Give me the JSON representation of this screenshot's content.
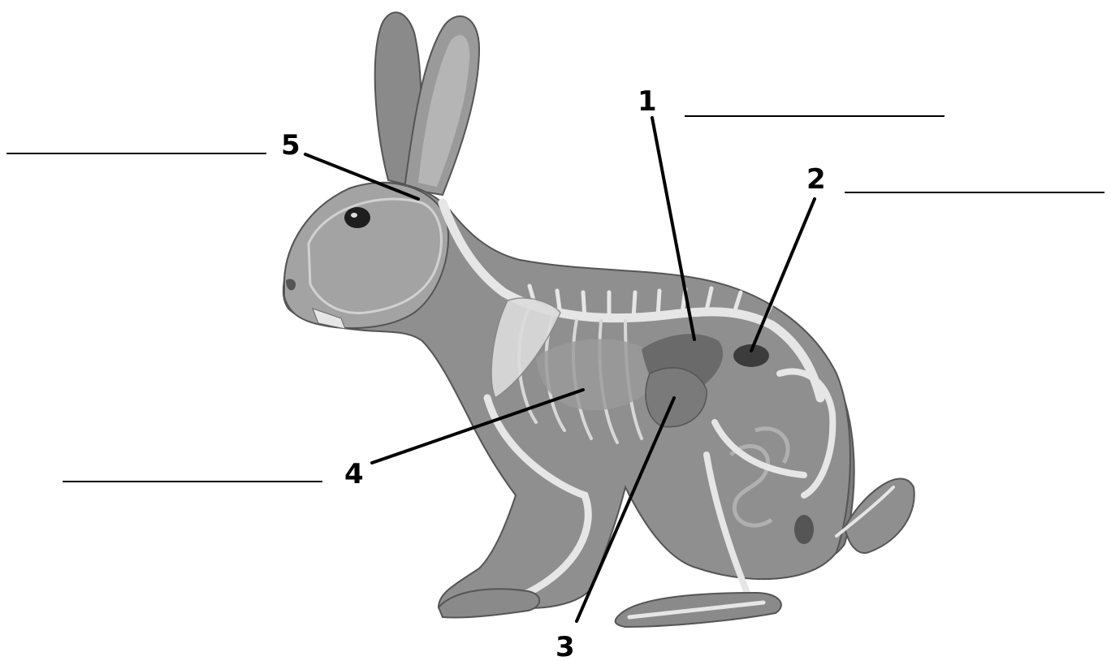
{
  "labels": [
    {
      "id": "1",
      "number": "1",
      "answer": ""
    },
    {
      "id": "2",
      "number": "2",
      "answer": ""
    },
    {
      "id": "3",
      "number": "3",
      "answer": ""
    },
    {
      "id": "4",
      "number": "4",
      "answer": ""
    },
    {
      "id": "5",
      "number": "5",
      "answer": ""
    }
  ],
  "colors": {
    "ink": "#000000",
    "body": "#8f8f8f",
    "body_dark": "#7a7a7a",
    "bone": "#e6e6e6",
    "organ": "#6a6a6a",
    "ear_inner": "#b5b5b5"
  }
}
